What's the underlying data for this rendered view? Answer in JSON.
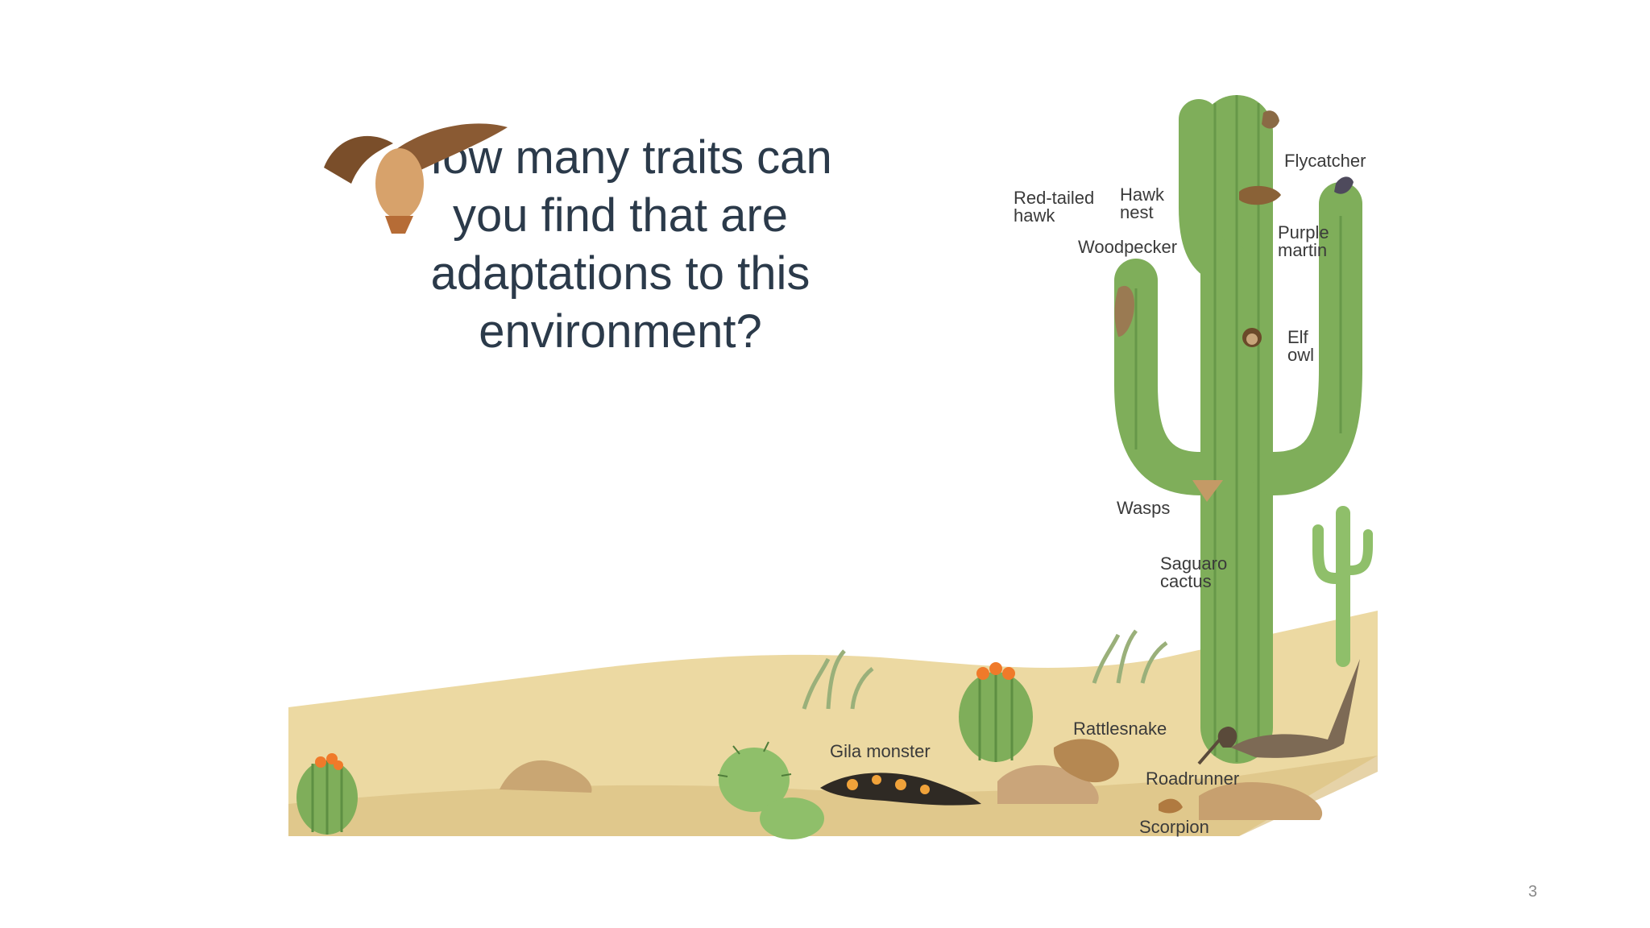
{
  "slide": {
    "question": "How many traits can\nyou find that are\nadaptations to this\nenvironment?",
    "page_number": "3"
  },
  "scene": {
    "labels": {
      "red_tailed_hawk": [
        "Red-tailed",
        "hawk"
      ],
      "hawk_nest": [
        "Hawk",
        "nest"
      ],
      "flycatcher": "Flycatcher",
      "woodpecker": "Woodpecker",
      "purple_martin": [
        "Purple",
        "martin"
      ],
      "elf_owl": [
        "Elf",
        "owl"
      ],
      "wasps": "Wasps",
      "saguaro_cactus": [
        "Saguaro",
        "cactus"
      ],
      "gila_monster": "Gila monster",
      "rattlesnake": "Rattlesnake",
      "roadrunner": "Roadrunner",
      "scorpion": "Scorpion"
    }
  },
  "colors": {
    "title_text": "#2b3a4a",
    "cactus_green": "#7fae5a",
    "sand": "#ecd9a2",
    "flower_orange": "#f07a2a"
  }
}
